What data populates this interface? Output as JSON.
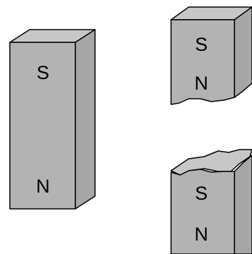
{
  "magnets": {
    "whole": {
      "top_pole": "S",
      "bottom_pole": "N"
    },
    "broken_top": {
      "top_pole": "S",
      "bottom_pole": "N"
    },
    "broken_bottom": {
      "top_pole": "S",
      "bottom_pole": "N"
    }
  },
  "colors": {
    "face_front": "#b3b3b3",
    "face_top": "#c7c7c7",
    "face_side": "#a6a6a6",
    "outline": "#000000",
    "background": "#ffffff"
  }
}
